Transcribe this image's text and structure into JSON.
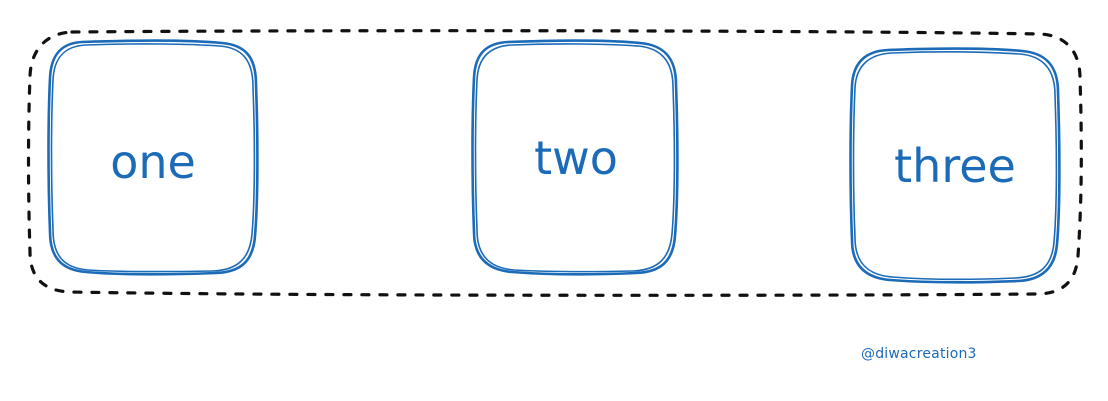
{
  "diagram": {
    "stroke_color": "#1c6bb8",
    "container_color": "#111111",
    "boxes": [
      {
        "label": "one"
      },
      {
        "label": "two"
      },
      {
        "label": "three"
      }
    ]
  },
  "credit": "@diwacreation3"
}
